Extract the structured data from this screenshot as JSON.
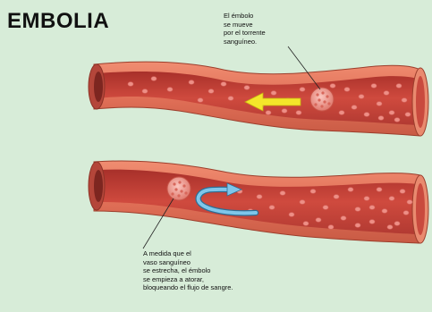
{
  "title": "EMBOLIA",
  "callouts": {
    "top": "El émbolo\nse mueve\npor el torrente\nsanguíneo.",
    "bottom": "A medida que el\nvaso sanguíneo\nse estrecha, el émbolo\nse empieza a atorar,\nbloqueando el flujo de sangre."
  },
  "colors": {
    "vessel_wall": "#e06f57",
    "vessel_wall_dark": "#b44a36",
    "lumen": "#c9443a",
    "blood_cell": "#ee8f86",
    "embolus": "#f2a39a",
    "flow_arrow_top": "#f4e62a",
    "flow_arrow_bottom": "#7fc6ea"
  },
  "icons": {
    "top_arrow": "arrow-left-icon",
    "bottom_arrow": "curved-arrow-right-icon"
  }
}
